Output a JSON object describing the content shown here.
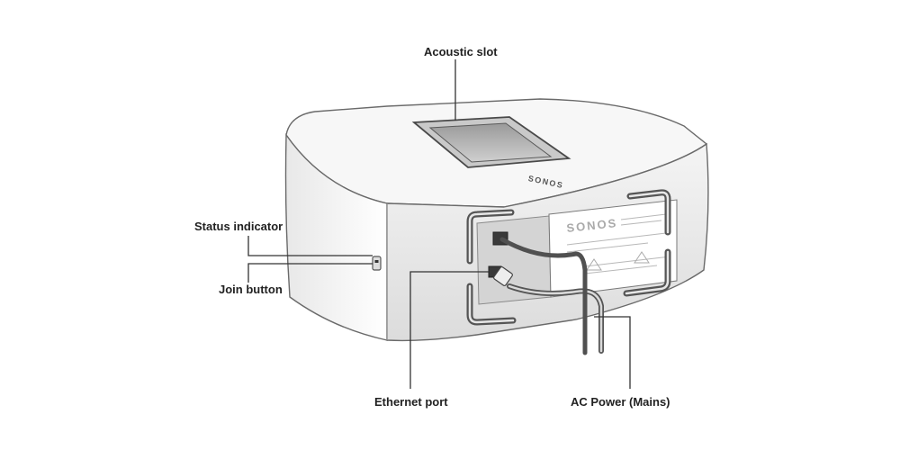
{
  "labels": {
    "acoustic_slot": "Acoustic slot",
    "status_indicator": "Status indicator",
    "join_button": "Join button",
    "ethernet_port": "Ethernet port",
    "ac_power": "AC Power (Mains)"
  },
  "device": {
    "top_brand": "SONOS",
    "plate_brand": "SONOS"
  },
  "colors": {
    "body_fill": "#f2f2f2",
    "outline": "#5a5a5a",
    "cable": "#555555",
    "callout_line": "#333333"
  }
}
